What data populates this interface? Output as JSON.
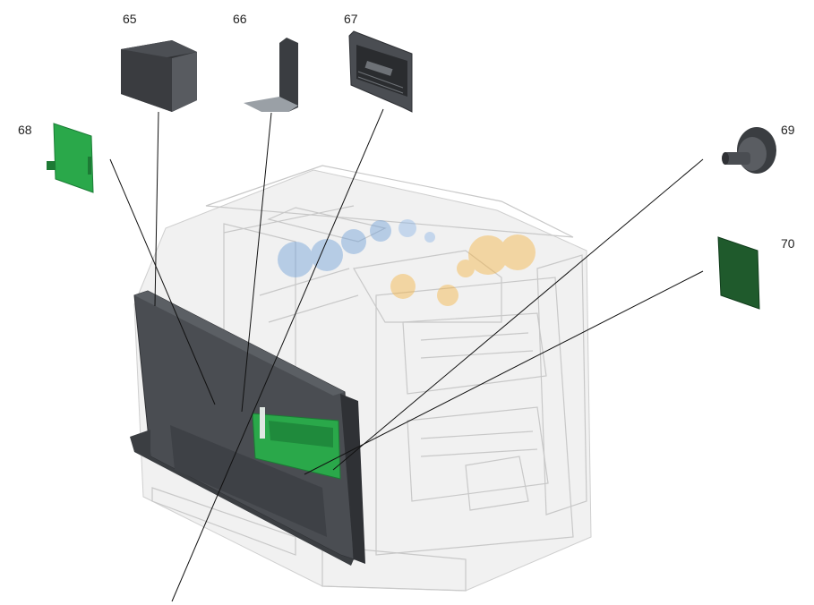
{
  "callouts": {
    "c65": "65",
    "c66": "66",
    "c67": "67",
    "c68": "68",
    "c69": "69",
    "c70": "70"
  },
  "colors": {
    "frame": "#4a4d52",
    "frame_dark": "#2f3135",
    "board_green": "#2aa84a",
    "board_dark_green": "#1f5a2c",
    "part_dark": "#3a3d41",
    "ghost": "#cfcfcf",
    "watermark_blue": "#6fa0d8",
    "watermark_orange": "#f5b443"
  },
  "icons": {
    "p65": "formatter-cover-box-icon",
    "p66": "bracket-plate-icon",
    "p67": "connector-panel-icon",
    "p68": "green-pcb-card-icon",
    "p69": "knob-screw-icon",
    "p70": "dark-green-pcb-icon"
  }
}
